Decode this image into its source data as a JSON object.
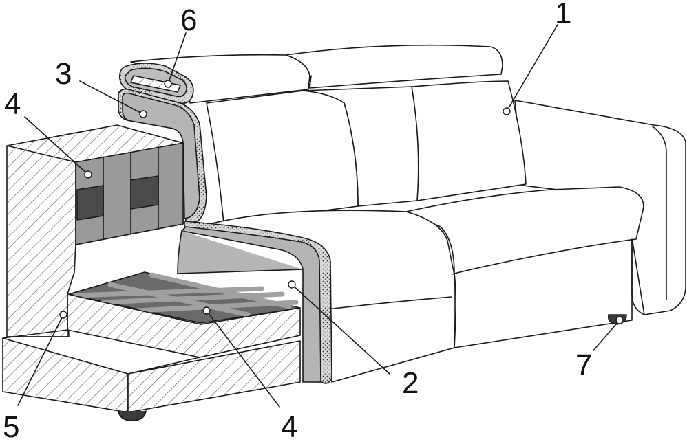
{
  "figure": {
    "callouts": [
      {
        "id": "c1",
        "label": "1"
      },
      {
        "id": "c2",
        "label": "2"
      },
      {
        "id": "c3",
        "label": "3"
      },
      {
        "id": "c4a",
        "label": "4"
      },
      {
        "id": "c4b",
        "label": "4"
      },
      {
        "id": "c5",
        "label": "5"
      },
      {
        "id": "c6",
        "label": "6"
      },
      {
        "id": "c7",
        "label": "7"
      }
    ]
  },
  "colors": {
    "outline": "#1a1a1a",
    "cover_gray": "#b5b5b5",
    "pocket_spring": "#9a9a9a",
    "pocket_dark": "#4a4a4a",
    "webbing": "#8a8a8a",
    "hatch": "#6b6b6b"
  }
}
